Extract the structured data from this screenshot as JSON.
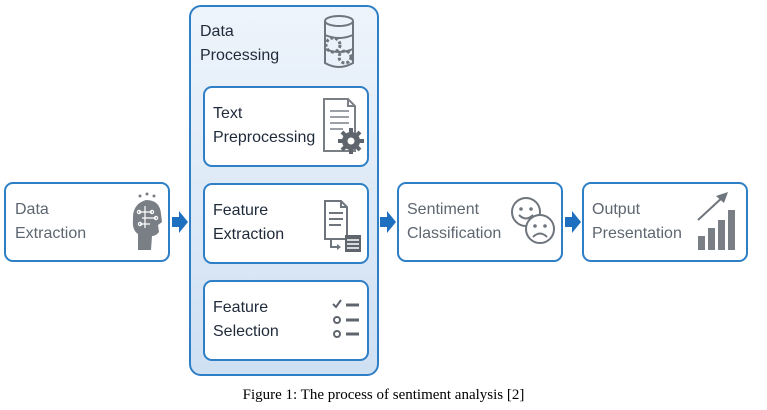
{
  "diagram": {
    "stages": {
      "data_extraction": "Data\nExtraction",
      "data_processing": "Data\nProcessing",
      "text_preprocessing": "Text\nPreprocessing",
      "feature_extraction": "Feature\nExtraction",
      "feature_selection": "Feature\nSelection",
      "sentiment_classification": "Sentiment\nClassification",
      "output_presentation": "Output\nPresentation"
    },
    "caption": "Figure 1: The process of sentiment analysis [2]"
  }
}
